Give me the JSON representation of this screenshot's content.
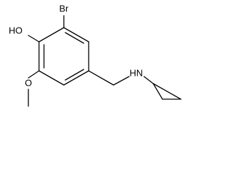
{
  "molecule": {
    "atom_labels": {
      "bromine": "Br",
      "hydroxyl": "HO",
      "methoxy_oxygen": "O",
      "amine": "HN"
    }
  },
  "colors": {
    "bond": "#000000",
    "text": "#000000",
    "background": "#ffffff"
  }
}
